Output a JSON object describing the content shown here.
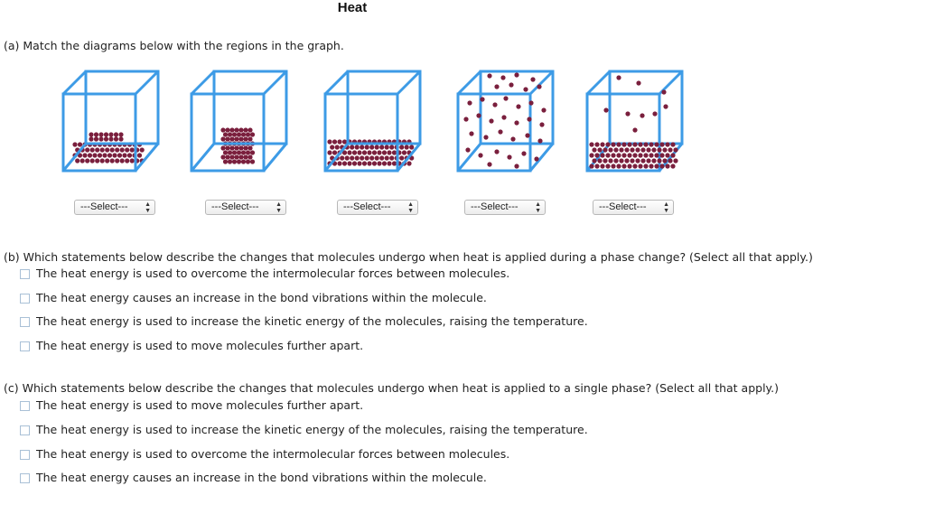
{
  "title": "Heat",
  "part_a": {
    "prompt": "(a) Match the diagrams below with the regions in the graph.",
    "selects": [
      "---Select---",
      "---Select---",
      "---Select---",
      "---Select---",
      "---Select---"
    ]
  },
  "part_b": {
    "prompt": "(b) Which statements below describe the changes that molecules undergo when heat is applied during a phase change? (Select all that apply.)",
    "options": [
      "The heat energy is used to overcome the intermolecular forces between molecules.",
      "The heat energy causes an increase in the bond vibrations within the molecule.",
      "The heat energy is used to increase the kinetic energy of the molecules, raising the temperature.",
      "The heat energy is used to move molecules further apart."
    ]
  },
  "part_c": {
    "prompt": "(c) Which statements below describe the changes that molecules undergo when heat is applied to a single phase? (Select all that apply.)",
    "options": [
      "The heat energy is used to move molecules further apart.",
      "The heat energy is used to increase the kinetic energy of the molecules, raising the temperature.",
      "The heat energy is used to overcome the intermolecular forces between molecules.",
      "The heat energy causes an increase in the bond vibrations within the molecule."
    ]
  },
  "colors": {
    "cube_edge": "#3d9be6",
    "molecule": "#7a1f3d",
    "checkbox_border": "#a9c0d6"
  },
  "icons": [
    "select-arrows-icon",
    "checkbox-icon"
  ]
}
